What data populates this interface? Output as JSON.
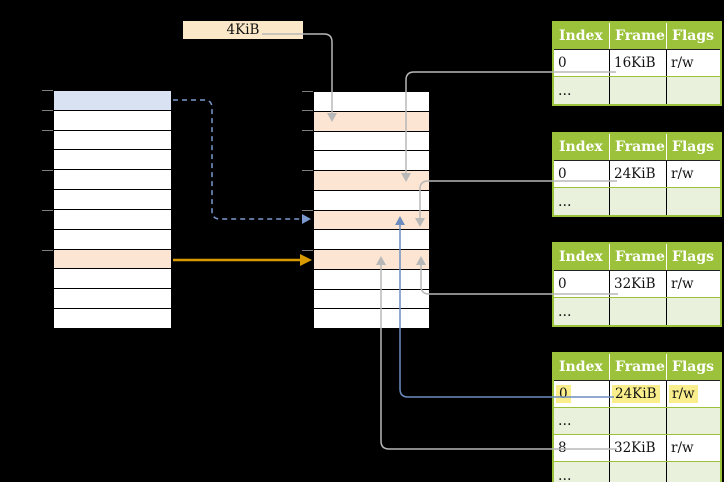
{
  "diagram": {
    "title": "two-level page table translation diagram",
    "page_size_label": "4KiB",
    "colors": {
      "background": "#000000",
      "green_header": "#9CC23C",
      "green_row": "#E9F0DB",
      "orange_row": "#FCE5D2",
      "blue_row": "#D9E2F3",
      "cream_box": "#FAE8C8",
      "yellow_highlight": "#FAEE8C",
      "gray_line": "#B8B8B8",
      "blue_line": "#6C8EBF",
      "blue_dashed_line": "#7A99CE",
      "gold_line": "#D79B00",
      "tick": "#7F7F7F"
    },
    "virtual_memory_table": {
      "row_count": 12,
      "blue_row_index": 0,
      "orange_row_index": 8,
      "tick_ys": [
        90,
        110,
        130,
        170,
        210,
        250
      ]
    },
    "physical_memory_table": {
      "row_count": 12,
      "orange_row_indices": [
        1,
        4,
        6,
        8
      ],
      "tick_ys": [
        91,
        110,
        130,
        170,
        210,
        250
      ]
    },
    "page_tables": [
      {
        "id": "pt1",
        "headers": [
          "Index",
          "Frame",
          "Flags"
        ],
        "rows": [
          {
            "cells": [
              "0",
              "16KiB",
              "r/w"
            ],
            "variant": "white",
            "highlight": false
          },
          {
            "cells": [
              "…",
              "",
              ""
            ],
            "variant": "green",
            "highlight": false
          }
        ]
      },
      {
        "id": "pt2",
        "headers": [
          "Index",
          "Frame",
          "Flags"
        ],
        "rows": [
          {
            "cells": [
              "0",
              "24KiB",
              "r/w"
            ],
            "variant": "white",
            "highlight": false
          },
          {
            "cells": [
              "…",
              "",
              ""
            ],
            "variant": "green",
            "highlight": false
          }
        ]
      },
      {
        "id": "pt3",
        "headers": [
          "Index",
          "Frame",
          "Flags"
        ],
        "rows": [
          {
            "cells": [
              "0",
              "32KiB",
              "r/w"
            ],
            "variant": "white",
            "highlight": false
          },
          {
            "cells": [
              "…",
              "",
              ""
            ],
            "variant": "green",
            "highlight": false
          }
        ]
      },
      {
        "id": "pt4",
        "headers": [
          "Index",
          "Frame",
          "Flags"
        ],
        "rows": [
          {
            "cells": [
              "0",
              "24KiB",
              "r/w"
            ],
            "variant": "white",
            "highlight": true
          },
          {
            "cells": [
              "…",
              "",
              ""
            ],
            "variant": "green",
            "highlight": false
          },
          {
            "cells": [
              "8",
              "32KiB",
              "r/w"
            ],
            "variant": "white",
            "highlight": false
          },
          {
            "cells": [
              "…",
              "",
              ""
            ],
            "variant": "green",
            "highlight": false
          }
        ]
      }
    ],
    "connectors": [
      {
        "id": "size-label-to-frame-4kib",
        "color_key": "gray_line",
        "style": "solid"
      },
      {
        "id": "pt1-frame-to-phys-16kib",
        "color_key": "gray_line",
        "style": "solid"
      },
      {
        "id": "pt2-frame-to-phys-24kib",
        "color_key": "gray_line",
        "style": "solid"
      },
      {
        "id": "pt3-frame-to-phys-32kib",
        "color_key": "gray_line",
        "style": "solid"
      },
      {
        "id": "pt4-row0-to-phys-24kib",
        "color_key": "blue_line",
        "style": "solid"
      },
      {
        "id": "pt4-row8-to-phys-32kib",
        "color_key": "gray_line",
        "style": "solid"
      },
      {
        "id": "virt-row0-to-phys-24kib",
        "color_key": "blue_dashed_line",
        "style": "dashed"
      },
      {
        "id": "virt-row8-to-phys-32kib",
        "color_key": "gold_line",
        "style": "solid"
      }
    ]
  }
}
